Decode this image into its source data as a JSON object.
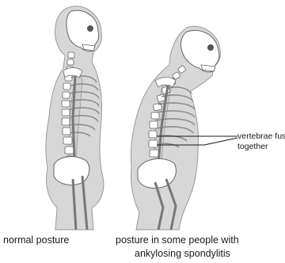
{
  "figure": {
    "callout": {
      "line1": "vertebrae fused",
      "line2": "together"
    },
    "captions": {
      "left": "normal posture",
      "right_line1": "posture in some people with",
      "right_line2": "ankylosing spondylitis"
    },
    "colors": {
      "body": "#d7d7d7",
      "outline": "#9a9a9a",
      "bone": "#ffffff",
      "bone_outline": "#666666",
      "ribs": "#8c8c8c",
      "text": "#1a1a1a"
    }
  }
}
